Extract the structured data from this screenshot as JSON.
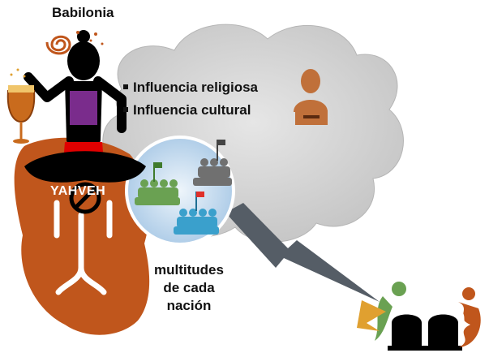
{
  "diagram": {
    "title": "Babilonia",
    "bullets": [
      "Influencia religiosa",
      "Influencia cultural"
    ],
    "lion_label": "YAHVEH",
    "crowd_label_line1": "multitudes",
    "crowd_label_line2": "de cada",
    "crowd_label_line3": "nación"
  },
  "colors": {
    "cloud": "#d0d0d0",
    "lion": "#c0561c",
    "woman_body": "#000000",
    "dress_top": "#7a2c8c",
    "dress_skirt": "#e00000",
    "bolt": "#555d66",
    "crowd_green": "#6aa152",
    "crowd_gray": "#707070",
    "crowd_blue": "#3aa0cc",
    "water": "#cfe3f3"
  }
}
